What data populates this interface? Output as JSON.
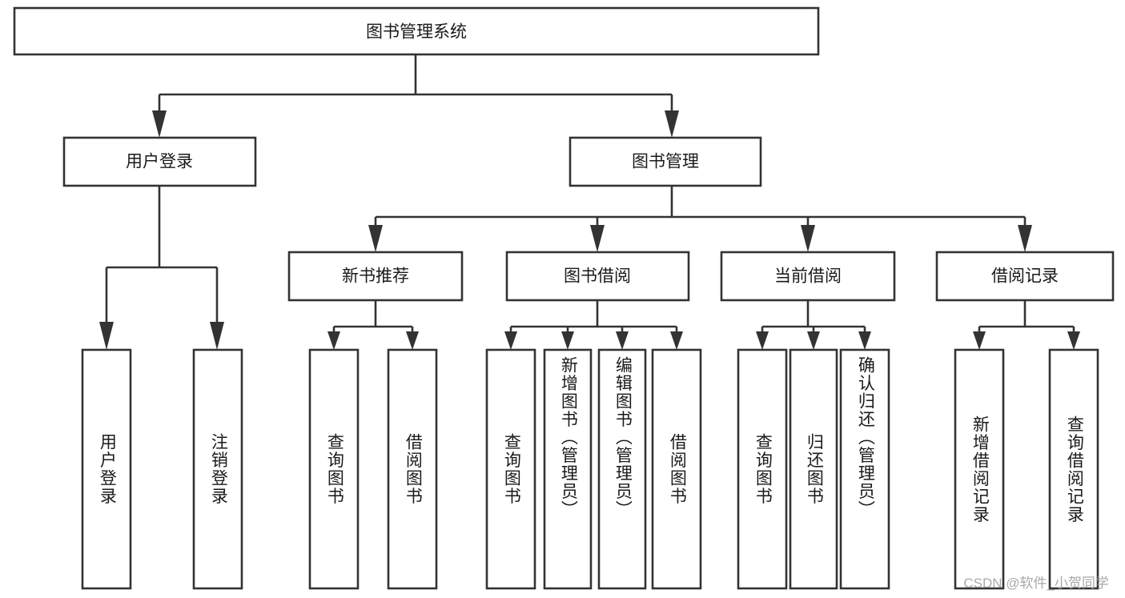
{
  "diagram": {
    "type": "tree",
    "title": "图书管理系统",
    "watermark": "CSDN @软件_小贺同学",
    "colors": {
      "box_stroke": "#333333",
      "box_fill": "#ffffff",
      "text": "#1a1a1a",
      "connector": "#333333",
      "watermark": "#9a9a9a",
      "background": "#ffffff"
    },
    "root": {
      "label": "图书管理系统",
      "level": 1
    },
    "level2": [
      {
        "label": "用户登录",
        "level": 2
      },
      {
        "label": "图书管理",
        "level": 2
      }
    ],
    "level3": [
      {
        "label": "新书推荐",
        "level": 3,
        "parent": "图书管理"
      },
      {
        "label": "图书借阅",
        "level": 3,
        "parent": "图书管理"
      },
      {
        "label": "当前借阅",
        "level": 3,
        "parent": "图书管理"
      },
      {
        "label": "借阅记录",
        "level": 3,
        "parent": "图书管理"
      }
    ],
    "leaves": [
      {
        "label": "用户登录",
        "parent": "用户登录"
      },
      {
        "label": "注销登录",
        "parent": "用户登录"
      },
      {
        "label": "查询图书",
        "parent": "新书推荐"
      },
      {
        "label": "借阅图书",
        "parent": "新书推荐"
      },
      {
        "label": "查询图书",
        "parent": "图书借阅"
      },
      {
        "label": "新增图书（管理员）",
        "parent": "图书借阅"
      },
      {
        "label": "编辑图书（管理员）",
        "parent": "图书借阅"
      },
      {
        "label": "借阅图书",
        "parent": "图书借阅"
      },
      {
        "label": "查询图书",
        "parent": "当前借阅"
      },
      {
        "label": "归还图书",
        "parent": "当前借阅"
      },
      {
        "label": "确认归还（管理员）",
        "parent": "当前借阅"
      },
      {
        "label": "新增借阅记录",
        "parent": "借阅记录"
      },
      {
        "label": "查询借阅记录",
        "parent": "借阅记录"
      }
    ]
  }
}
